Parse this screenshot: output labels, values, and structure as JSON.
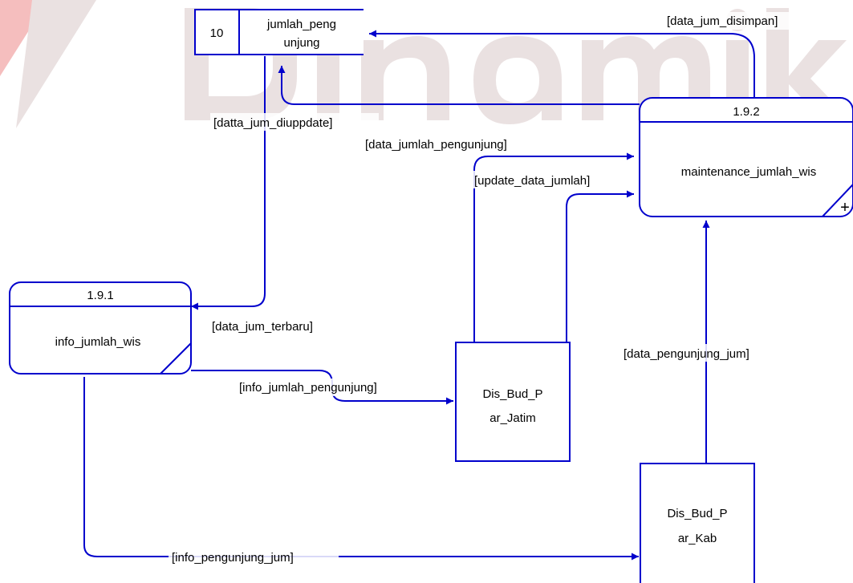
{
  "colors": {
    "line": "#0000cc",
    "watermark": "#e8dede",
    "watermark_accent": "#f4b8b8"
  },
  "data_store": {
    "id": "10",
    "name_line1": "jumlah_peng",
    "name_line2": "unjung"
  },
  "processes": [
    {
      "id": "1.9.1",
      "name": "info_jumlah_wis"
    },
    {
      "id": "1.9.2",
      "name": "maintenance_jumlah_wis",
      "decomposed_marker": "+"
    }
  ],
  "entities": [
    {
      "line1": "Dis_Bud_P",
      "line2": "ar_Jatim"
    },
    {
      "line1": "Dis_Bud_P",
      "line2": "ar_Kab"
    }
  ],
  "flows": {
    "data_jum_disimpan": "[data_jum_disimpan]",
    "datta_jum_diuppdate": "[datta_jum_diuppdate]",
    "data_jumlah_pengunjung": "[data_jumlah_pengunjung]",
    "update_data_jumlah": "[update_data_jumlah]",
    "data_jum_terbaru": "[data_jum_terbaru]",
    "info_jumlah_pengunjung": "[info_jumlah_pengunjung]",
    "data_pengunjung_jum": "[data_pengunjung_jum]",
    "info_pengunjung_jum": "[info_pengunjung_jum]"
  }
}
